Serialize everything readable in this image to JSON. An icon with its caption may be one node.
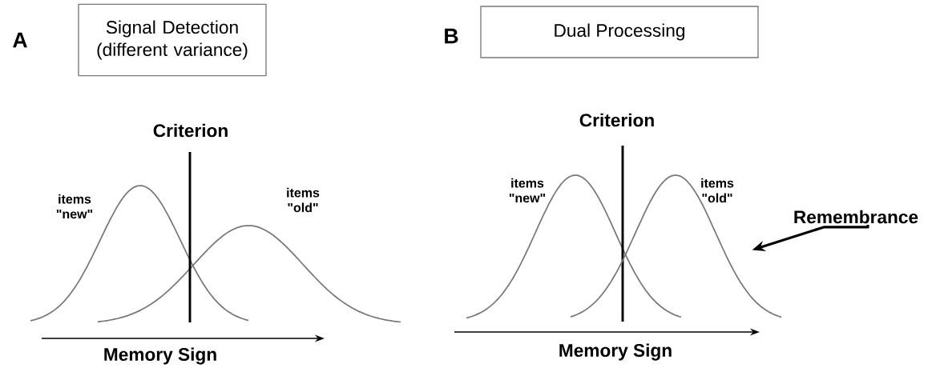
{
  "diagram": {
    "nodes": [
      {
        "text": [
          "Signal Detection (different variance)"
        ]
      },
      {
        "text": [
          "Dual Processing"
        ]
      },
      {
        "text": [
          "Remembrance"
        ]
      },
      {
        "text": [],
        "shape": "curve"
      }
    ],
    "edges": [
      {
        "from": 2,
        "to": 3,
        "arrow": "to"
      }
    ],
    "labels": [
      "A",
      "Criterion",
      "items \"new\"",
      "items \"old\"",
      "Memory Sign",
      "B",
      "Criterion",
      "items \"new\"",
      "items \"old\"",
      "Memory Sign"
    ]
  }
}
